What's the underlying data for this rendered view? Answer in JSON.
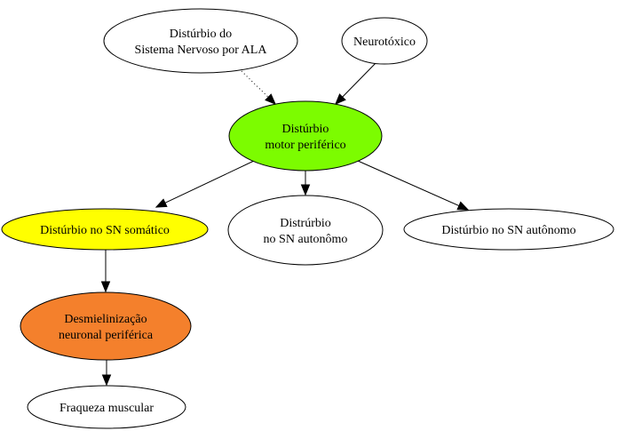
{
  "nodes": {
    "disturbio_sn_ala": {
      "lines": [
        "Distúrbio do",
        "Sistema Nervoso por ALA"
      ],
      "fill": "#ffffff"
    },
    "neurotoxico": {
      "lines": [
        "Neurotóxico"
      ],
      "fill": "#ffffff"
    },
    "disturbio_motor": {
      "lines": [
        "Distúrbio",
        "motor periférico"
      ],
      "fill": "#7cfc00"
    },
    "sn_somatico": {
      "lines": [
        "Distúrbio no SN somático"
      ],
      "fill": "#ffff00"
    },
    "sn_autonomo_1": {
      "lines": [
        "Distrúrbio",
        "no SN autonômo"
      ],
      "fill": "#ffffff"
    },
    "sn_autonomo_2": {
      "lines": [
        "Distúrbio no SN autônomo"
      ],
      "fill": "#ffffff"
    },
    "desmielinizacao": {
      "lines": [
        "Desmielinização",
        "neuronal periférica"
      ],
      "fill": "#f4802c"
    },
    "fraqueza": {
      "lines": [
        "Fraqueza muscular"
      ],
      "fill": "#ffffff"
    }
  },
  "edges": [
    {
      "from": "disturbio_sn_ala",
      "to": "disturbio_motor",
      "style": "dotted"
    },
    {
      "from": "neurotoxico",
      "to": "disturbio_motor",
      "style": "solid"
    },
    {
      "from": "disturbio_motor",
      "to": "sn_somatico",
      "style": "solid"
    },
    {
      "from": "disturbio_motor",
      "to": "sn_autonomo_1",
      "style": "solid"
    },
    {
      "from": "disturbio_motor",
      "to": "sn_autonomo_2",
      "style": "solid"
    },
    {
      "from": "sn_somatico",
      "to": "desmielinizacao",
      "style": "solid"
    },
    {
      "from": "desmielinizacao",
      "to": "fraqueza",
      "style": "solid"
    }
  ]
}
